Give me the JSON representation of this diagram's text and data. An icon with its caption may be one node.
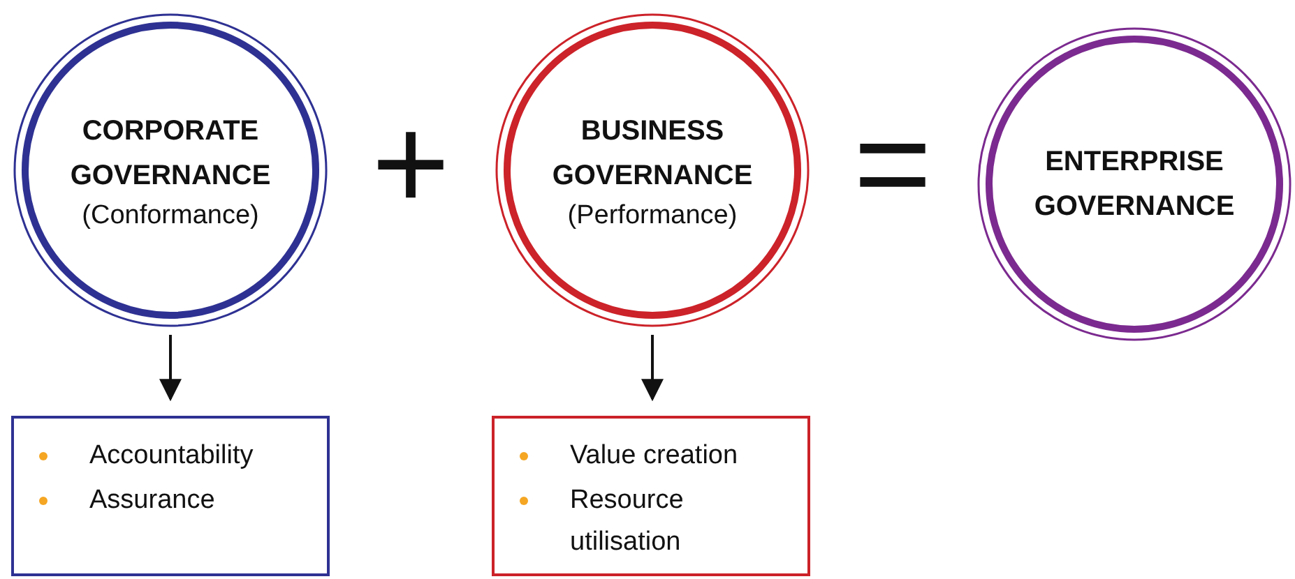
{
  "diagram": {
    "nodes": [
      {
        "text": [
          "CORPORATE GOVERNANCE",
          "(Conformance)"
        ]
      },
      {
        "text": [
          "BUSINESS GOVERNANCE",
          "(Performance)"
        ]
      },
      {
        "text": [
          "ENTERPRISE GOVERNANCE"
        ]
      },
      {
        "text": [
          "Accountability",
          "Assurance"
        ]
      },
      {
        "text": [
          "Value creation",
          "Resource utilisation"
        ]
      }
    ],
    "edges": [
      {
        "from": 0,
        "to": 3,
        "arrow": "to"
      },
      {
        "from": 1,
        "to": 4,
        "arrow": "to"
      }
    ],
    "labels": [
      "+",
      "="
    ]
  }
}
